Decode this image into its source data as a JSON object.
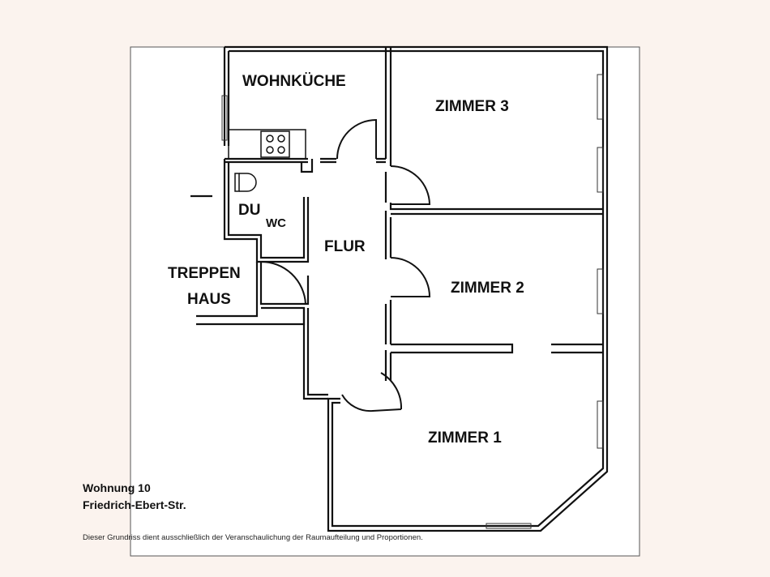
{
  "rooms": {
    "wohnkueche": "WOHNKÜCHE",
    "zimmer3": "ZIMMER 3",
    "du": "DU",
    "wc": "WC",
    "flur": "FLUR",
    "treppen": "TREPPEN",
    "haus": "HAUS",
    "zimmer2": "ZIMMER 2",
    "zimmer1": "ZIMMER 1"
  },
  "caption": {
    "unit": "Wohnung 10",
    "street": "Friedrich-Ebert-Str.",
    "disclaimer": "Dieser Grundriss dient ausschließlich der Veranschaulichung der Raumaufteilung und Proportionen."
  },
  "colors": {
    "background": "#fbf3ee",
    "sheet": "#ffffff",
    "wall": "#111111"
  }
}
